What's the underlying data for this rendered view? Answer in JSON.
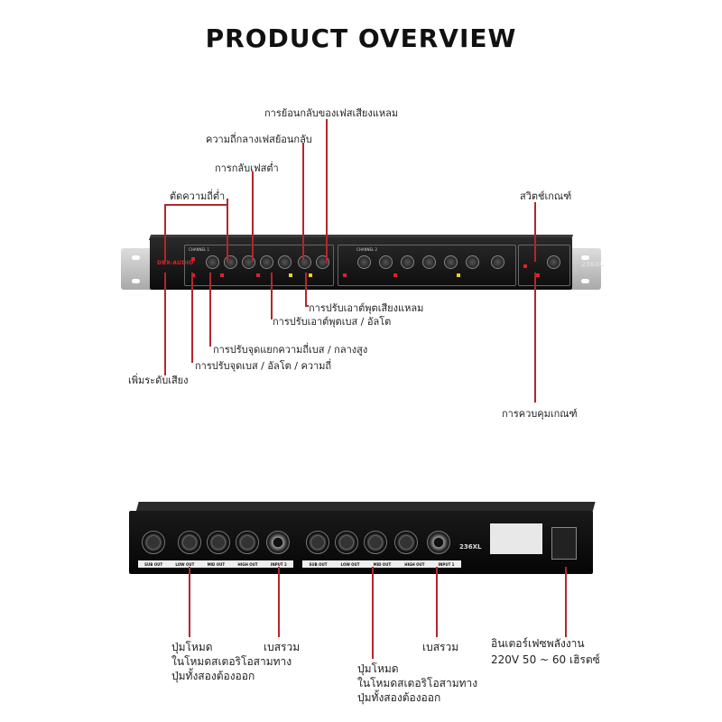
{
  "title": "PRODUCT OVERVIEW",
  "front": {
    "brand": "DBX-AUDIO",
    "model": "236XL",
    "channel1": "CHANNEL 1",
    "channel2": "CHANNEL 2",
    "labels": {
      "high_phase_reverse": "การย้อนกลับของเฟสเสียงแหลม",
      "mid_phase_reverse": "ความถี่กลางเฟสย้อนกลับ",
      "low_phase_reverse": "การกลับเฟสต่ำ",
      "low_cut": "ตัดความถี่ต่ำ",
      "threshold_switch": "สวิตช์เกณฑ์",
      "high_output_adjust": "การปรับเอาต์พุตเสียงแหลม",
      "bass_mid_output_adjust": "การปรับเอาต์พุตเบส / อัลโต",
      "mid_high_crossover": "การปรับจุดแยกความถี่เบส / กลางสูง",
      "bass_alto_freq": "การปรับจุดเบส / อัลโต / ความถี่",
      "gain": "เพิ่มระดับเสียง",
      "threshold_control": "การควบคุมเกณฑ์"
    }
  },
  "rear": {
    "model": "236XL",
    "strip_left": [
      "SUB OUT",
      "LOW OUT",
      "MID OUT",
      "HIGH OUT",
      "INPUT 2"
    ],
    "strip_right": [
      "SUB OUT",
      "LOW OUT",
      "MID OUT",
      "HIGH OUT",
      "INPUT 1"
    ],
    "labels": {
      "mono_left_1": "ปุ่มโหมด",
      "mono_left_2": "ในโหมดสเตอริโอสามทาง",
      "mono_left_3": "ปุ่มทั้งสองต้องออก",
      "sum_left": "เบสรวม",
      "mono_mid_1": "ปุ่มโหมด",
      "mono_mid_2": "ในโหมดสเตอริโอสามทาง",
      "mono_mid_3": "ปุ่มทั้งสองต้องออก",
      "sum_right": "เบสรวม",
      "power_1": "อินเตอร์เฟซพลังงาน",
      "power_2": "220V 50 ~ 60 เฮิรตซ์"
    }
  },
  "colors": {
    "accent": "#b3262b",
    "led_red": "#e0202a",
    "led_yellow": "#f3d21a"
  }
}
